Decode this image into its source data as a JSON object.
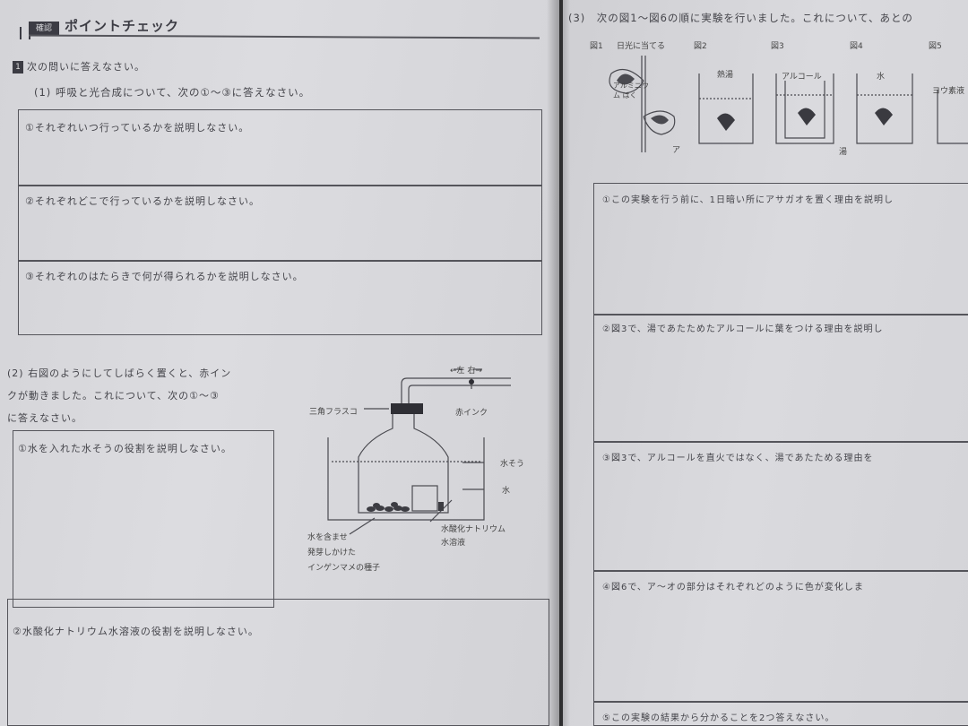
{
  "left": {
    "section_badge": "確認",
    "title": "ポイントチェック",
    "q1": {
      "number": "1",
      "instruction": "次の問いに答えなさい。",
      "part1_prompt": "(1) 呼吸と光合成について、次の①～③に答えなさい。",
      "boxes": [
        "①それぞれいつ行っているかを説明しなさい。",
        "②それぞれどこで行っているかを説明しなさい。",
        "③それぞれのはたらきで何が得られるかを説明しなさい。"
      ]
    },
    "q2": {
      "prompt_lines": [
        "(2) 右図のようにしてしばらく置くと、赤イン",
        "クが動きました。これについて、次の①～③",
        "に答えなさい。"
      ],
      "box1": "①水を入れた水そうの役割を説明しなさい。",
      "box2": "②水酸化ナトリウム水溶液の役割を説明しなさい。"
    },
    "diagram": {
      "direction": "←左 右→",
      "flask": "三角フラスコ",
      "ink": "赤インク",
      "tank": "水そう",
      "water": "水",
      "seeds_lines": [
        "水を含ませ",
        "発芽しかけた",
        "インゲンマメの種子"
      ],
      "naoh_lines": [
        "水酸化ナトリウム",
        "水溶液"
      ]
    }
  },
  "right": {
    "q3_prompt": "(3)　次の図1～図6の順に実験を行いました。これについて、あとの",
    "figs": [
      "図1",
      "図2",
      "図3",
      "図4",
      "図5"
    ],
    "fig1_caption": "日光に当てる",
    "fig1_foil": "アルミニウム はく",
    "fig2_label": "熱湯",
    "fig3_label": "アルコール",
    "fig4_label": "水",
    "fig5_label": "ヨウ素液",
    "fig_small": "ア",
    "hot": "湯",
    "boxes": [
      "①この実験を行う前に、1日暗い所にアサガオを置く理由を説明し",
      "②図3で、湯であたためたアルコールに葉をつける理由を説明し",
      "③図3で、アルコールを直火ではなく、湯であたためる理由を",
      "④図6で、ア～オの部分はそれぞれどのように色が変化しま"
    ],
    "bottom_text": "⑤この実験の結果から分かることを2つ答えなさい。"
  }
}
